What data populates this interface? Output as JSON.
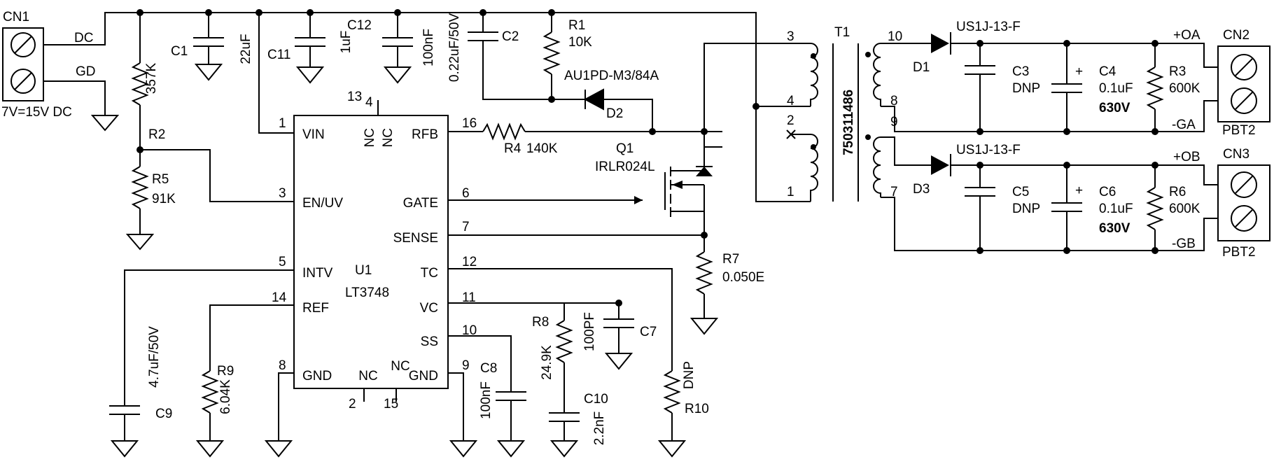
{
  "schematic": {
    "connectors": {
      "cn1": {
        "ref": "CN1",
        "pin_dc": "DC",
        "pin_gd": "GD",
        "input": "7V=15V DC"
      },
      "cn2": {
        "ref": "CN2",
        "type": "PBT2",
        "pos": "+OA",
        "neg": "-GA"
      },
      "cn3": {
        "ref": "CN3",
        "type": "PBT2",
        "pos": "+OB",
        "neg": "-GB"
      }
    },
    "ic": {
      "ref": "U1",
      "part": "LT3748",
      "pins": [
        {
          "num": "1",
          "name": "VIN"
        },
        {
          "num": "3",
          "name": "EN/UV"
        },
        {
          "num": "5",
          "name": "INTV"
        },
        {
          "num": "14",
          "name": "REF"
        },
        {
          "num": "8",
          "name": "GND"
        },
        {
          "num": "16",
          "name": "RFB"
        },
        {
          "num": "6",
          "name": "GATE"
        },
        {
          "num": "7",
          "name": "SENSE"
        },
        {
          "num": "12",
          "name": "TC"
        },
        {
          "num": "11",
          "name": "VC"
        },
        {
          "num": "10",
          "name": "SS"
        },
        {
          "num": "9",
          "name": "GND"
        },
        {
          "num": "13",
          "name": "NC"
        },
        {
          "num": "4",
          "name": "NC"
        },
        {
          "num": "2",
          "name": "NC"
        },
        {
          "num": "15",
          "name": "NC"
        }
      ]
    },
    "components": {
      "c1": {
        "ref": "C1",
        "value": "22uF"
      },
      "c11": {
        "ref": "C11",
        "value": "1uF"
      },
      "c12": {
        "ref": "C12",
        "value": "100nF"
      },
      "c2": {
        "ref": "C2",
        "value": "0.22uF/50V"
      },
      "r1": {
        "ref": "R1",
        "value": "10K"
      },
      "d2": {
        "ref": "D2",
        "part": "AU1PD-M3/84A"
      },
      "r2": {
        "ref": "R2",
        "value": "357K"
      },
      "r5": {
        "ref": "R5",
        "value": "91K"
      },
      "r4": {
        "ref": "R4",
        "value": "140K"
      },
      "q1": {
        "ref": "Q1",
        "part": "IRLR024L"
      },
      "r7": {
        "ref": "R7",
        "value": "0.050E"
      },
      "c9": {
        "ref": "C9",
        "value": "4.7uF/50V"
      },
      "r9": {
        "ref": "R9",
        "value": "6.04K"
      },
      "c8": {
        "ref": "C8",
        "value": "100nF"
      },
      "r8": {
        "ref": "R8",
        "value": "24.9K"
      },
      "c10": {
        "ref": "C10",
        "value": "2.2nF"
      },
      "c7": {
        "ref": "C7",
        "value": "100PF"
      },
      "r10": {
        "ref": "R10",
        "value": "DNP"
      },
      "t1": {
        "ref": "T1",
        "part": "750311486",
        "pins": [
          "3",
          "4",
          "2",
          "1",
          "10",
          "8",
          "9",
          "7"
        ]
      },
      "d1": {
        "ref": "D1",
        "part": "US1J-13-F"
      },
      "d3": {
        "ref": "D3",
        "part": "US1J-13-F"
      },
      "c3": {
        "ref": "C3",
        "value": "DNP"
      },
      "c4": {
        "ref": "C4",
        "value": "0.1uF",
        "rating": "630V"
      },
      "r3": {
        "ref": "R3",
        "value": "600K"
      },
      "c5": {
        "ref": "C5",
        "value": "DNP"
      },
      "c6": {
        "ref": "C6",
        "value": "0.1uF",
        "rating": "630V"
      },
      "r6": {
        "ref": "R6",
        "value": "600K"
      }
    },
    "polarity_mark": "+"
  }
}
